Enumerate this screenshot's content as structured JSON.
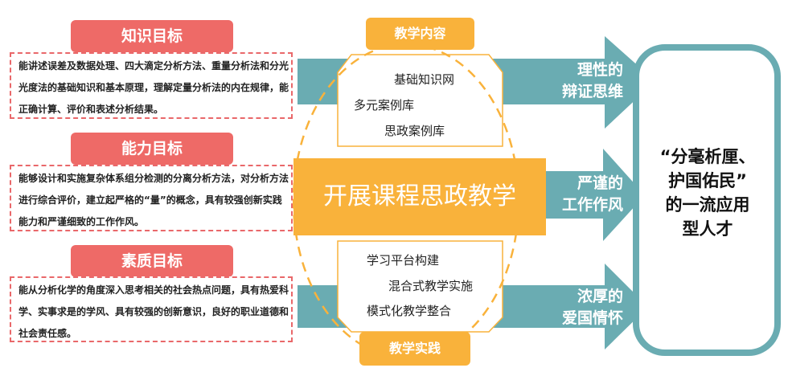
{
  "goals": [
    {
      "title": "知识目标",
      "text": "能讲述误差及数据处理、四大滴定分析方法、重量分析法和分光光度法的基础知识和基本原理，理解定量分析法的内在规律，能正确计算、评价和表述分析结果。"
    },
    {
      "title": "能力目标",
      "text": "能够设计和实施复杂体系组分检测的分离分析方法，对分析方法进行综合评价，建立起严格的“量”的概念，具有较强创新实践能力和严谨细致的工作作风。"
    },
    {
      "title": "素质目标",
      "text": "能从分析化学的角度深入思考相关的社会热点问题，具有热爱科学、实事求是的学风、具有较强的创新意识，良好的职业道德和社会责任感。"
    }
  ],
  "content": {
    "title": "教学内容",
    "items": [
      "基础知识网",
      "多元案例库",
      "思政案例库"
    ]
  },
  "practice": {
    "title": "教学实践",
    "items": [
      "学习平台构建",
      "混合式教学实施",
      "模式化教学整合"
    ]
  },
  "center": "开展课程思政教学",
  "outcomes": [
    {
      "line1": "理性的",
      "line2": "辩证思维"
    },
    {
      "line1": "严谨的",
      "line2": "工作作风"
    },
    {
      "line1": "浓厚的",
      "line2": "爱国情怀"
    }
  ],
  "result": {
    "line1": "“分毫析厘、",
    "line2": "护国佑民”",
    "line3": "的一流应用",
    "line4": "型人才"
  },
  "colors": {
    "teal": "#6aacb2",
    "orange": "#f9b23b",
    "red": "#ee6a67"
  }
}
